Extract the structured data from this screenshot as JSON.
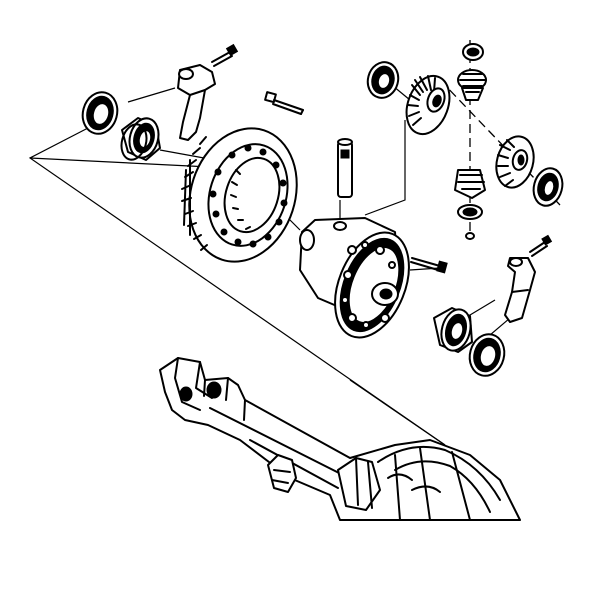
{
  "diagram": {
    "components": [
      "bearing-cap-upper-left",
      "cap-bolt-upper-left",
      "seal-ring-left",
      "bearing-left",
      "ring-gear",
      "ring-gear-bolt",
      "pinion-shaft",
      "differential-case",
      "case-bolt",
      "thrust-washer-top",
      "side-gear-top",
      "pinion-gear-top",
      "side-gear-right",
      "pinion-gear-bottom",
      "bearing-cap-lower-right",
      "cap-bolt-lower-right",
      "bearing-right",
      "seal-ring-right",
      "axle-housing"
    ],
    "colors": {
      "ink": "#000000",
      "paper": "#ffffff"
    }
  }
}
